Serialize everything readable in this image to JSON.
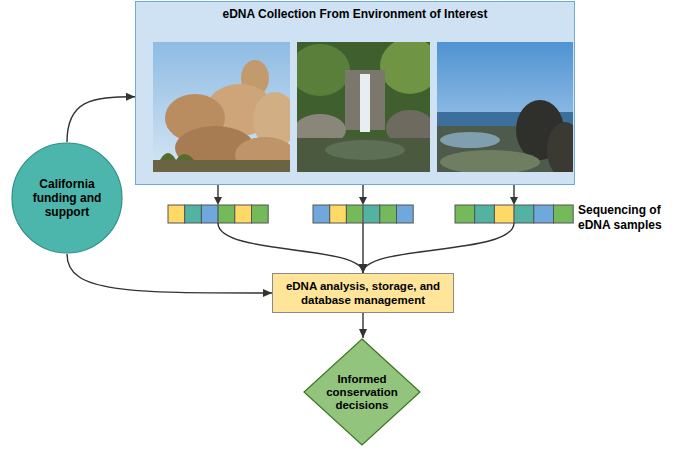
{
  "diagram": {
    "nodes": [
      {
        "text": [
          "eDNA Collection From Environment of Interest"
        ]
      },
      {
        "text": [
          "California funding and support"
        ]
      },
      {
        "text": [
          "eDNA analysis, storage, and database management"
        ]
      },
      {
        "text": [
          "Informed conservation decisions"
        ]
      }
    ],
    "edges": [
      {
        "from": 1,
        "to": 0,
        "arrow": "to"
      },
      {
        "from": 0,
        "to": 2,
        "arrow": "to"
      },
      {
        "from": 0,
        "to": 2,
        "arrow": "to"
      },
      {
        "from": 0,
        "to": 2,
        "arrow": "to"
      },
      {
        "from": 1,
        "to": 2,
        "arrow": "to"
      },
      {
        "from": 2,
        "to": 3,
        "arrow": "to"
      }
    ],
    "labels": [
      "Sequencing of eDNA samples"
    ]
  }
}
